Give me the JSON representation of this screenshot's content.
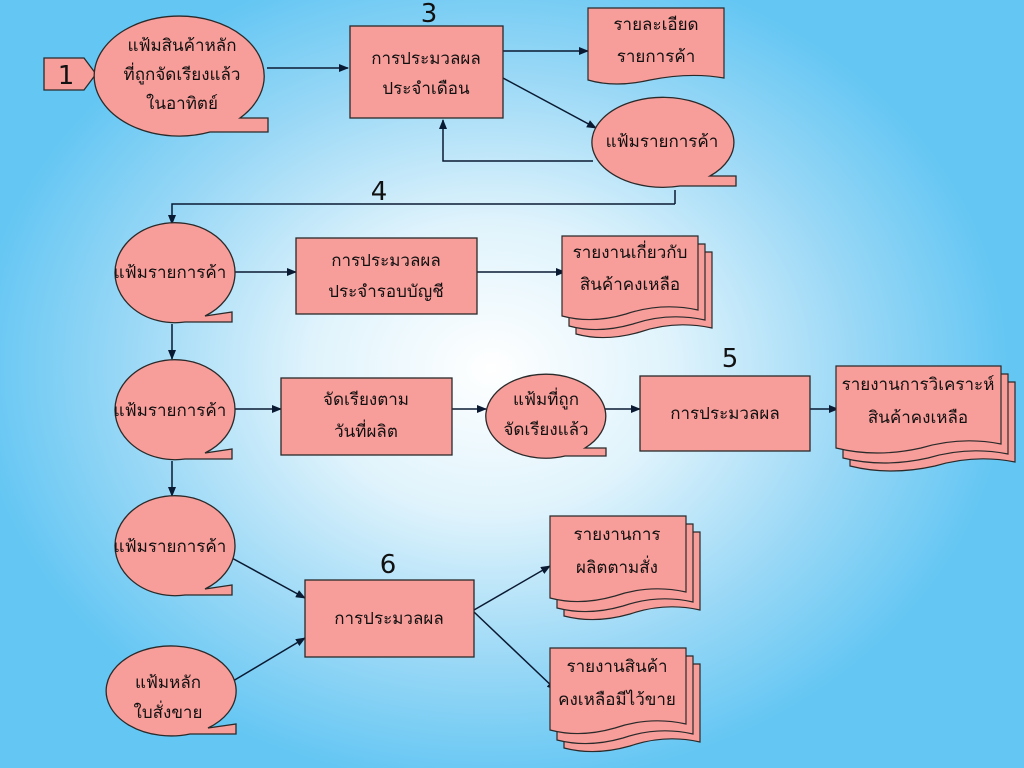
{
  "numbers": {
    "n1": "1",
    "n3": "3",
    "n4": "4",
    "n5": "5",
    "n6": "6"
  },
  "nodes": {
    "master_sorted_file": [
      "แฟ้มสินค้าหลัก",
      "ที่ถูกจัดเรียงแล้ว",
      "ในอาทิตย์"
    ],
    "monthly_process": [
      "การประมวลผล",
      "ประจำเดือน"
    ],
    "item_detail_doc": [
      "รายละเอียด",
      "รายการค้า"
    ],
    "transaction_file_top": [
      "แฟ้มรายการค้า"
    ],
    "transaction_file_1": [
      "แฟ้มรายการค้า"
    ],
    "accounting_process": [
      "การประมวลผล",
      "ประจำรอบบัญชี"
    ],
    "remaining_stock_report": [
      "รายงานเกี่ยวกับ",
      "สินค้าคงเหลือ"
    ],
    "transaction_file_2": [
      "แฟ้มรายการค้า"
    ],
    "sort_by_date_process": [
      "จัดเรียงตาม",
      "วันที่ผลิต"
    ],
    "sorted_file": [
      "แฟ้มที่ถูก",
      "จัดเรียงแล้ว"
    ],
    "process_5": [
      "การประมวลผล"
    ],
    "stock_analysis_report": [
      "รายงานการวิเคราะห์",
      "สินค้าคงเหลือ"
    ],
    "transaction_file_3": [
      "แฟ้มรายการค้า"
    ],
    "sales_order_master": [
      "แฟ้มหลัก",
      "ใบสั่งขาย"
    ],
    "process_6": [
      "การประมวลผล"
    ],
    "production_order_report": [
      "รายงานการ",
      "ผลิตตามสั่ง"
    ],
    "unsold_stock_report": [
      "รายงานสินค้า",
      "คงเหลือมีไว้ขาย"
    ]
  }
}
